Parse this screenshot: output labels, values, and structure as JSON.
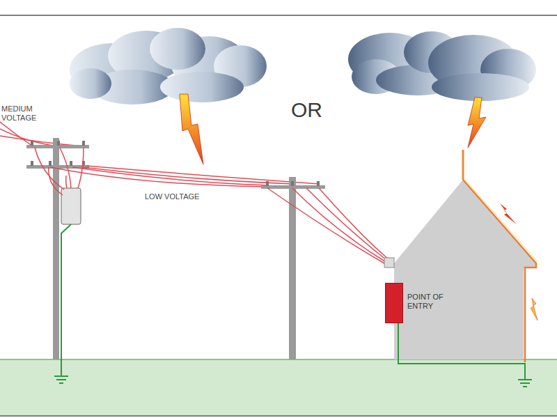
{
  "diagram": {
    "nodes": [
      {
        "text": [
          "POINT OF ENTRY"
        ]
      }
    ],
    "labels": [
      "MEDIUM VOLTAGE",
      "OR",
      "LOW VOLTAGE"
    ]
  }
}
